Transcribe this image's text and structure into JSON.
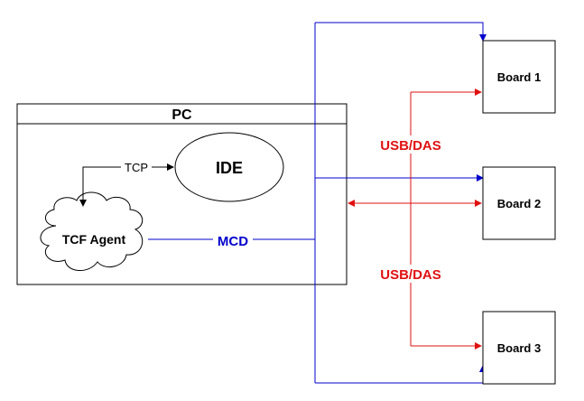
{
  "diagram": {
    "pc_title": "PC",
    "ide_label": "IDE",
    "agent_label": "TCF Agent",
    "tcp_label": "TCP",
    "mcd_label": "MCD",
    "usb_das_top": "USB/DAS",
    "usb_das_bottom": "USB/DAS",
    "boards": [
      "Board 1",
      "Board 2",
      "Board 3"
    ]
  },
  "colors": {
    "blue": "#0000CC",
    "red": "#E01010",
    "black": "#000000",
    "pc_header_bg": "#FFFFFF"
  }
}
